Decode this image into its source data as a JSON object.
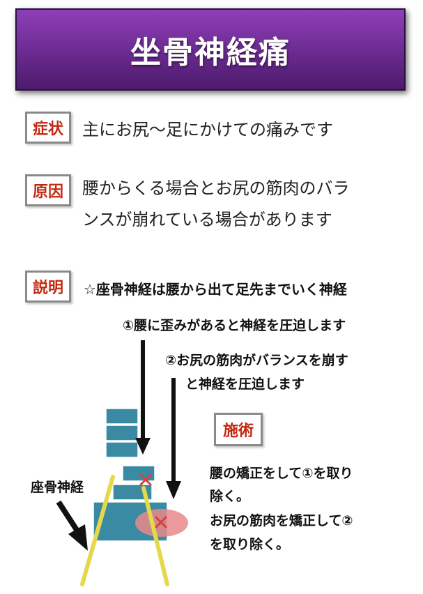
{
  "title": "坐骨神経痛",
  "symptom": {
    "tag": "症状",
    "text": "主にお尻〜足にかけての痛みです"
  },
  "cause": {
    "tag": "原因",
    "line1": "腰からくる場合とお尻の筋肉のバラ",
    "line2": "ンスが崩れている場合があります"
  },
  "explanation": {
    "tag": "説明",
    "text": "☆座骨神経は腰から出て足先までいく神経",
    "point1": "①腰に歪みがあると神経を圧迫します",
    "point2_line1": "②お尻の筋肉がバランスを崩す",
    "point2_line2": "と神経を圧迫します"
  },
  "diagram": {
    "nerve_label": "座骨神経"
  },
  "treatment": {
    "tag": "施術",
    "line1": "腰の矯正をして①を取り",
    "line2": "除く。",
    "line3": "お尻の筋肉を矯正して②",
    "line4": "を取り除く。"
  },
  "colors": {
    "title_bg": "#7a339f",
    "tag_text": "#c12a12",
    "vertebra": "#3a8aa3",
    "nerve": "#e6d84a",
    "marker": "#e23b3b",
    "muscle": "#e88a8a"
  }
}
